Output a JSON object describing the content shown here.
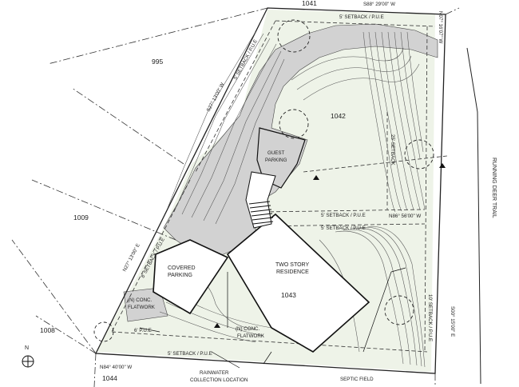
{
  "labels": {
    "lot_1041": "1041",
    "lot_995": "995",
    "lot_1042": "1042",
    "lot_1009": "1009",
    "lot_1043": "1043",
    "lot_1008": "1008",
    "lot_1044": "1044",
    "bearing_top": "S88° 29'00\" W",
    "bearing_right_top": "N07° 16'07\" W",
    "bearing_left_top": "S27° 13'00\" W",
    "bearing_left_bottom": "N27° 13'00\" E",
    "bearing_mid": "N86° 56'00\" W",
    "bearing_right_bottom": "S00° 15'00\" E",
    "bearing_bottom": "N84° 40'00\" W",
    "setback_top": "5' SETBACK / P.U.E",
    "setback_left_top": "5' SETBACK / P.U.E",
    "setback_left_bottom": "8' SETBACK / P.U.E",
    "setback_25": "25' SETBACK",
    "setback_mid_1": "5' SETBACK / P.U.E",
    "setback_mid_2": "5' SETBACK / P.U.E",
    "setback_right": "10' SETBACK / P.U.E",
    "setback_bottom": "5' SETBACK / P.U.E",
    "pue_6": "6' P.U.E",
    "guest_parking_1": "GUEST",
    "guest_parking_2": "PARKING",
    "covered_parking_1": "COVERED",
    "covered_parking_2": "PARKING",
    "residence_1": "TWO STORY",
    "residence_2": "RESIDENCE",
    "flatwork_left_1": "(N) CONC.",
    "flatwork_left_2": "FLATWORK",
    "flatwork_center_1": "(N) CONC.",
    "flatwork_center_2": "FLATWORK",
    "rainwater_1": "RAINWATER",
    "rainwater_2": "COLLECTION LOCATION",
    "septic": "SEPTIC FIELD",
    "road": "RUNNING DEER TRAIL",
    "north": "N"
  },
  "colors": {
    "line": "#222222",
    "paved": "#d2d2d2",
    "lawn": "#eef3e8",
    "contour": "#555555"
  }
}
